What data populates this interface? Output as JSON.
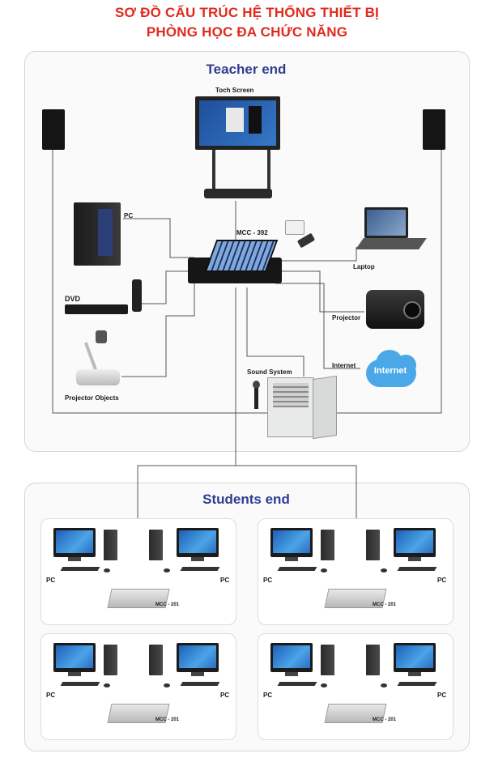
{
  "title_line1": "SƠ ĐỒ CẤU TRÚC HỆ THỐNG THIẾT BỊ",
  "title_line2": "PHÒNG HỌC ĐA CHỨC NĂNG",
  "teacher": {
    "title": "Teacher end",
    "touch_screen": "Toch Screen",
    "pc": "PC",
    "dvd": "DVD",
    "projector_objects": "Projector Objects",
    "mcc": "MCC - 392",
    "laptop": "Laptop",
    "projector": "Projector",
    "internet_label": "Internet",
    "internet_cloud": "Internet",
    "sound_system": "Sound System"
  },
  "students": {
    "title": "Students end",
    "groups": [
      {
        "pc_left": "PC",
        "pc_right": "PC",
        "mcc": "MCC - 201"
      },
      {
        "pc_left": "PC",
        "pc_right": "PC",
        "mcc": "MCC - 201"
      },
      {
        "pc_left": "PC",
        "pc_right": "PC",
        "mcc": "MCC - 201"
      },
      {
        "pc_left": "PC",
        "pc_right": "PC",
        "mcc": "MCC - 201"
      }
    ]
  },
  "colors": {
    "title": "#e02a1d",
    "section_title": "#2e3d8f",
    "cloud": "#4aa8e8"
  }
}
